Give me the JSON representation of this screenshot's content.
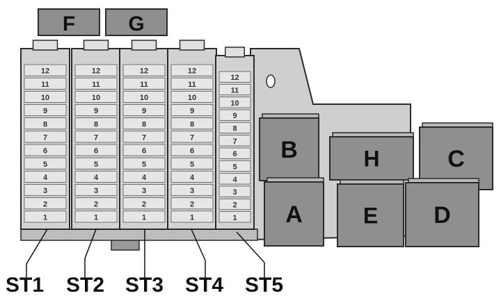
{
  "top_relays": [
    {
      "name": "relay-f",
      "label": "F"
    },
    {
      "name": "relay-g",
      "label": "G"
    }
  ],
  "relays": [
    {
      "name": "relay-b",
      "label": "B"
    },
    {
      "name": "relay-h",
      "label": "H"
    },
    {
      "name": "relay-c",
      "label": "C"
    },
    {
      "name": "relay-a",
      "label": "A"
    },
    {
      "name": "relay-e",
      "label": "E"
    },
    {
      "name": "relay-d",
      "label": "D"
    }
  ],
  "fuse_numbers": [
    "12",
    "11",
    "10",
    "9",
    "8",
    "7",
    "6",
    "5",
    "4",
    "3",
    "2",
    "1"
  ],
  "strips": [
    "ST1",
    "ST2",
    "ST3",
    "ST4",
    "ST5"
  ],
  "colors": {
    "relay_fill": "#8f8f8f",
    "relay_top": "#b9b9b9",
    "housing": "#d2d2d2",
    "slot": "#e6e6e6",
    "outline": "#2a2a2a"
  }
}
